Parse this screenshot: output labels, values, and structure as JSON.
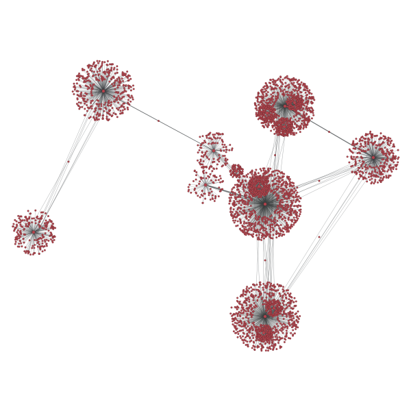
{
  "diagram": {
    "type": "network-graph",
    "style": {
      "background": "#ffffff",
      "node_fill": "#b5444d",
      "node_stroke": "#5a2a2e",
      "edge_color": "#3c4043"
    },
    "clusters": [
      {
        "id": "hub-top-left",
        "nodes": 380,
        "shape": "radial-fan"
      },
      {
        "id": "hub-left",
        "nodes": 210,
        "shape": "radial-fan"
      },
      {
        "id": "hub-mid-small",
        "nodes": 110,
        "shape": "radial-fan"
      },
      {
        "id": "hub-mid-small-2",
        "nodes": 80,
        "shape": "radial-fan"
      },
      {
        "id": "hub-top-right",
        "nodes": 600,
        "shape": "radial-fan-dense"
      },
      {
        "id": "hub-right",
        "nodes": 330,
        "shape": "radial-fan"
      },
      {
        "id": "hub-center",
        "nodes": 850,
        "shape": "radial-fan-dense"
      },
      {
        "id": "hub-bottom",
        "nodes": 620,
        "shape": "radial-fan-dense"
      }
    ],
    "bridges": [
      [
        "hub-top-left",
        "hub-left"
      ],
      [
        "hub-top-left",
        "hub-mid-small"
      ],
      [
        "hub-mid-small",
        "hub-center"
      ],
      [
        "hub-mid-small-2",
        "hub-center"
      ],
      [
        "hub-top-right",
        "hub-center"
      ],
      [
        "hub-right",
        "hub-top-right"
      ],
      [
        "hub-right",
        "hub-center"
      ],
      [
        "hub-center",
        "hub-bottom"
      ],
      [
        "hub-right",
        "hub-bottom"
      ],
      [
        "hub-top-right",
        "hub-bottom"
      ]
    ]
  }
}
